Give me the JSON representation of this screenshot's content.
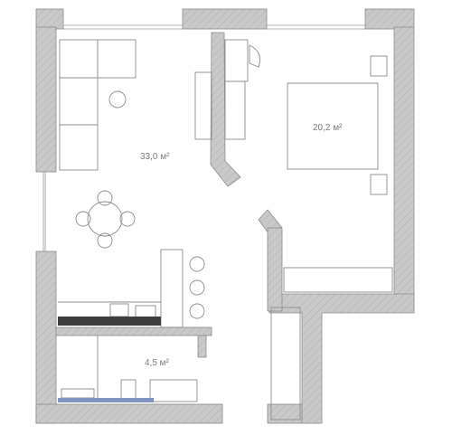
{
  "rooms": [
    {
      "id": "living",
      "area_label": "33,0 м²"
    },
    {
      "id": "bedroom",
      "area_label": "20,2 м²"
    },
    {
      "id": "bathroom",
      "area_label": "4,5 м²"
    }
  ],
  "colors": {
    "wall_fill": "#c9c9c9",
    "wall_stroke": "#8a8a8a",
    "furniture_stroke": "#8c8c8c",
    "counter_dark": "#3e3e3e",
    "bath_blue": "#7f93c4",
    "label": "#7a7a7a"
  }
}
